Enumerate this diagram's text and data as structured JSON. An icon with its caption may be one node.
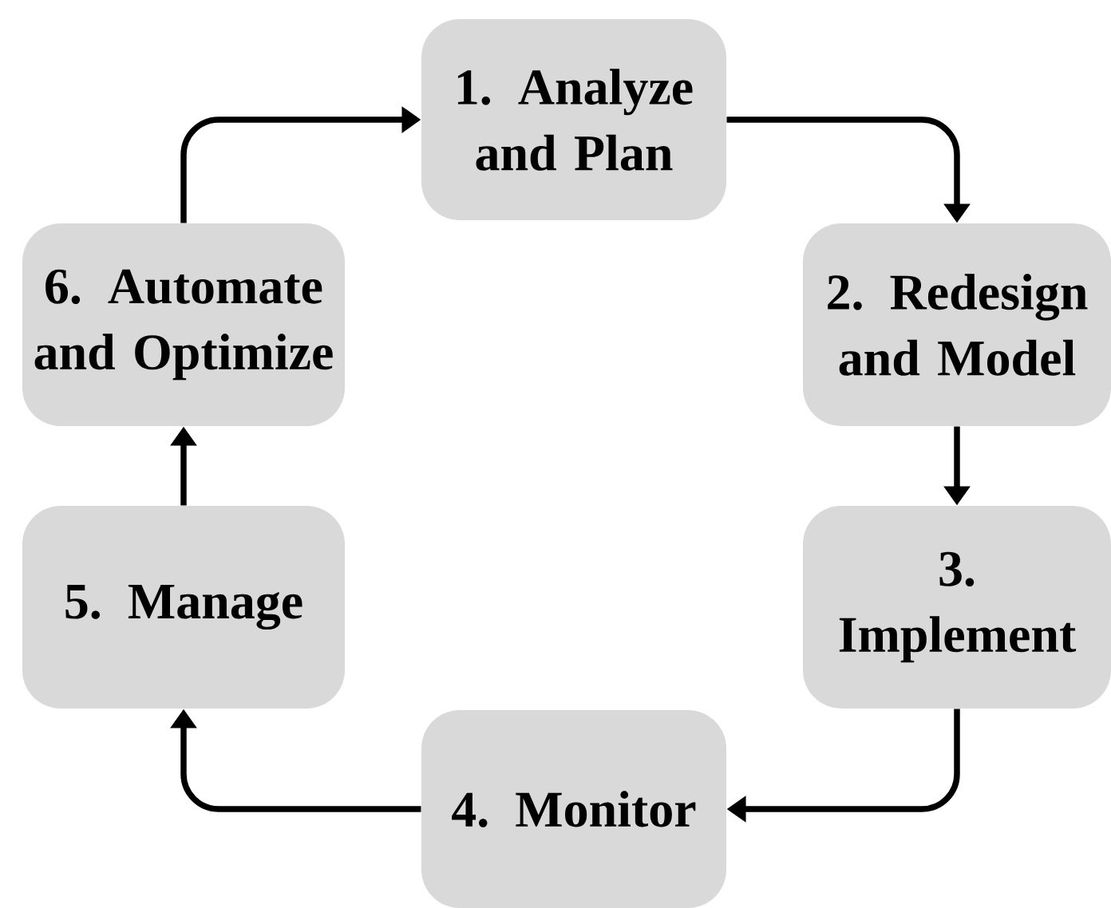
{
  "diagram": {
    "nodes": [
      {
        "text": [
          "1. Analyze and Plan"
        ]
      },
      {
        "text": [
          "2. Redesign and Model"
        ]
      },
      {
        "text": [
          "3. Implement"
        ]
      },
      {
        "text": [
          "4. Monitor"
        ]
      },
      {
        "text": [
          "5. Manage"
        ]
      },
      {
        "text": [
          "6. Automate and Optimize"
        ]
      }
    ],
    "edges": [
      {
        "from": 0,
        "to": 1,
        "arrow": "to"
      },
      {
        "from": 1,
        "to": 2,
        "arrow": "to"
      },
      {
        "from": 2,
        "to": 3,
        "arrow": "to"
      },
      {
        "from": 3,
        "to": 4,
        "arrow": "to"
      },
      {
        "from": 4,
        "to": 5,
        "arrow": "to"
      },
      {
        "from": 5,
        "to": 0,
        "arrow": "to"
      }
    ]
  }
}
